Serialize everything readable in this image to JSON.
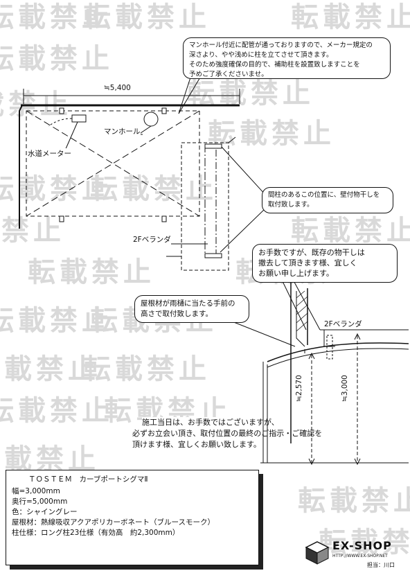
{
  "watermark": {
    "text": "転載禁止"
  },
  "plan": {
    "width_dim": "≒5,400",
    "manhole_label": "マンホール",
    "water_meter_label": "水道メーター",
    "veranda_label": "2Fベランダ"
  },
  "callouts": {
    "manhole_note": [
      "マンホール付近に配管が通っておりますので、メーカー規定の",
      "深さより、やや浅めに柱を立てさせて頂きます。",
      "そのため強度確保の目的で、補助柱を設置致しますことを",
      "予めご了承くださいませ。"
    ],
    "bracket_note": [
      "間柱のあるこの位置に、壁付物干しを",
      "取付致します。"
    ],
    "laundry_note": [
      "お手数ですが、既存の物干しは",
      "撤去して頂きます様、宜しく",
      "お願い申し上げます。"
    ],
    "roof_note": [
      "屋根材が雨樋に当たる手前の",
      "高さで取付致します。"
    ]
  },
  "elevation": {
    "veranda_label": "2Fベランダ",
    "height_dim_1": "≒2,570",
    "height_dim_2": "≒3,000"
  },
  "site_note": [
    "施工当日は、お手数ではございますが、",
    "必ずお立会い頂き、取付位置の最終のご指示・ご確認を",
    "頂けます様、宜しくお願い致します。"
  ],
  "spec": {
    "product": "ＴＯＳＴＥＭ　カーブポートシグマⅡ",
    "width": "幅=3,000mm",
    "depth": "奥行=5,000mm",
    "color": "色：シャイングレー",
    "roof": "屋根材：熱線吸収アクアポリカーボネート（ブルースモーク）",
    "column": "柱仕様：ロング柱23仕様（有効高　約2,300mm）"
  },
  "logo": {
    "name": "EX-SHOP",
    "url": "HTTP://WWW.EX-SHOP.NET",
    "person": "担当：川口"
  }
}
